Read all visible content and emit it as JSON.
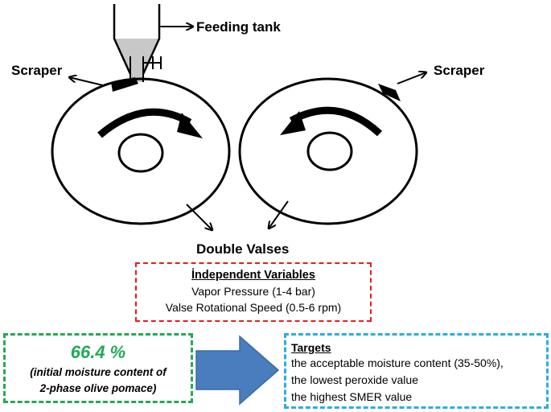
{
  "labels": {
    "feeding_tank": "Feeding tank",
    "scraper_left": "Scraper",
    "scraper_right": "Scraper",
    "double_valses": "Double Valses"
  },
  "independent_variables": {
    "title": "İndependent Variables",
    "items": [
      "Vapor Pressure (1-4 bar)",
      "Valse Rotational Speed (0.5-6 rpm)"
    ]
  },
  "initial_moisture": {
    "value": "66.4 %",
    "note_line1": "(initial moisture content of",
    "note_line2": "2-phase olive pomace)"
  },
  "targets": {
    "title": "Targets",
    "items": [
      "the acceptable moisture content (35-50%),",
      "the lowest peroxide value",
      "the highest SMER value"
    ]
  },
  "colors": {
    "independent_box": "#e02020",
    "moisture_box": "#22aa55",
    "targets_box": "#2aaee0",
    "flow_arrow": "#4a7dbd",
    "tank_fill": "#c8c8c8"
  }
}
